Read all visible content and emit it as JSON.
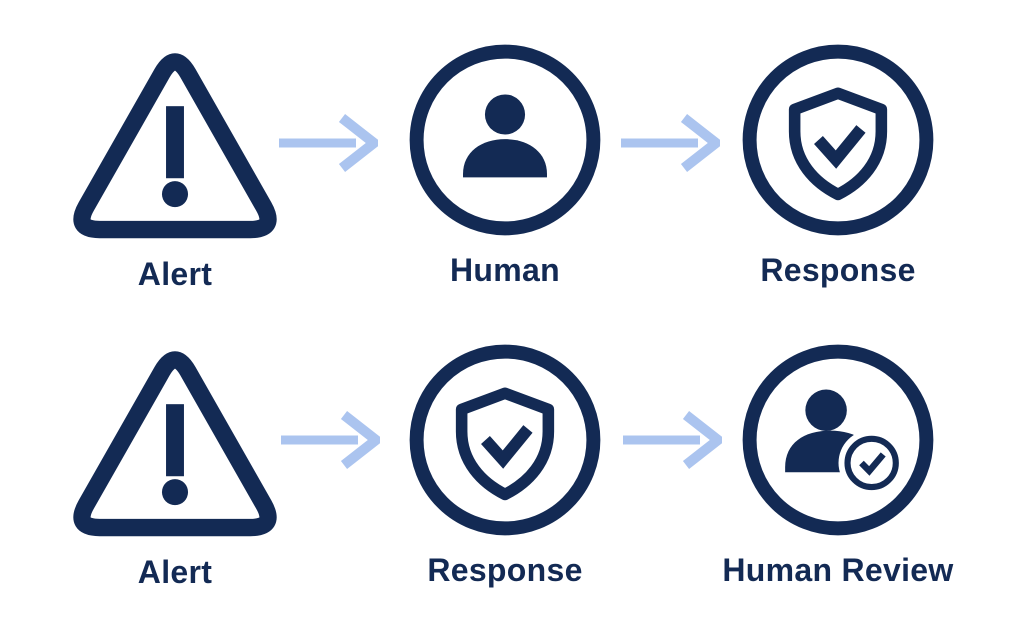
{
  "colors": {
    "navy": "#132a54",
    "arrow_blue": "#abc4ef",
    "background": "#ffffff"
  },
  "rows": [
    {
      "connector": "arrow-right",
      "nodes": [
        {
          "icon": "warning-triangle-icon",
          "label": "Alert"
        },
        {
          "icon": "human-icon",
          "label": "Human"
        },
        {
          "icon": "shield-check-icon",
          "label": "Response"
        }
      ]
    },
    {
      "connector": "arrow-right",
      "nodes": [
        {
          "icon": "warning-triangle-icon",
          "label": "Alert"
        },
        {
          "icon": "shield-check-icon",
          "label": "Response"
        },
        {
          "icon": "human-review-icon",
          "label": "Human Review"
        }
      ]
    }
  ]
}
